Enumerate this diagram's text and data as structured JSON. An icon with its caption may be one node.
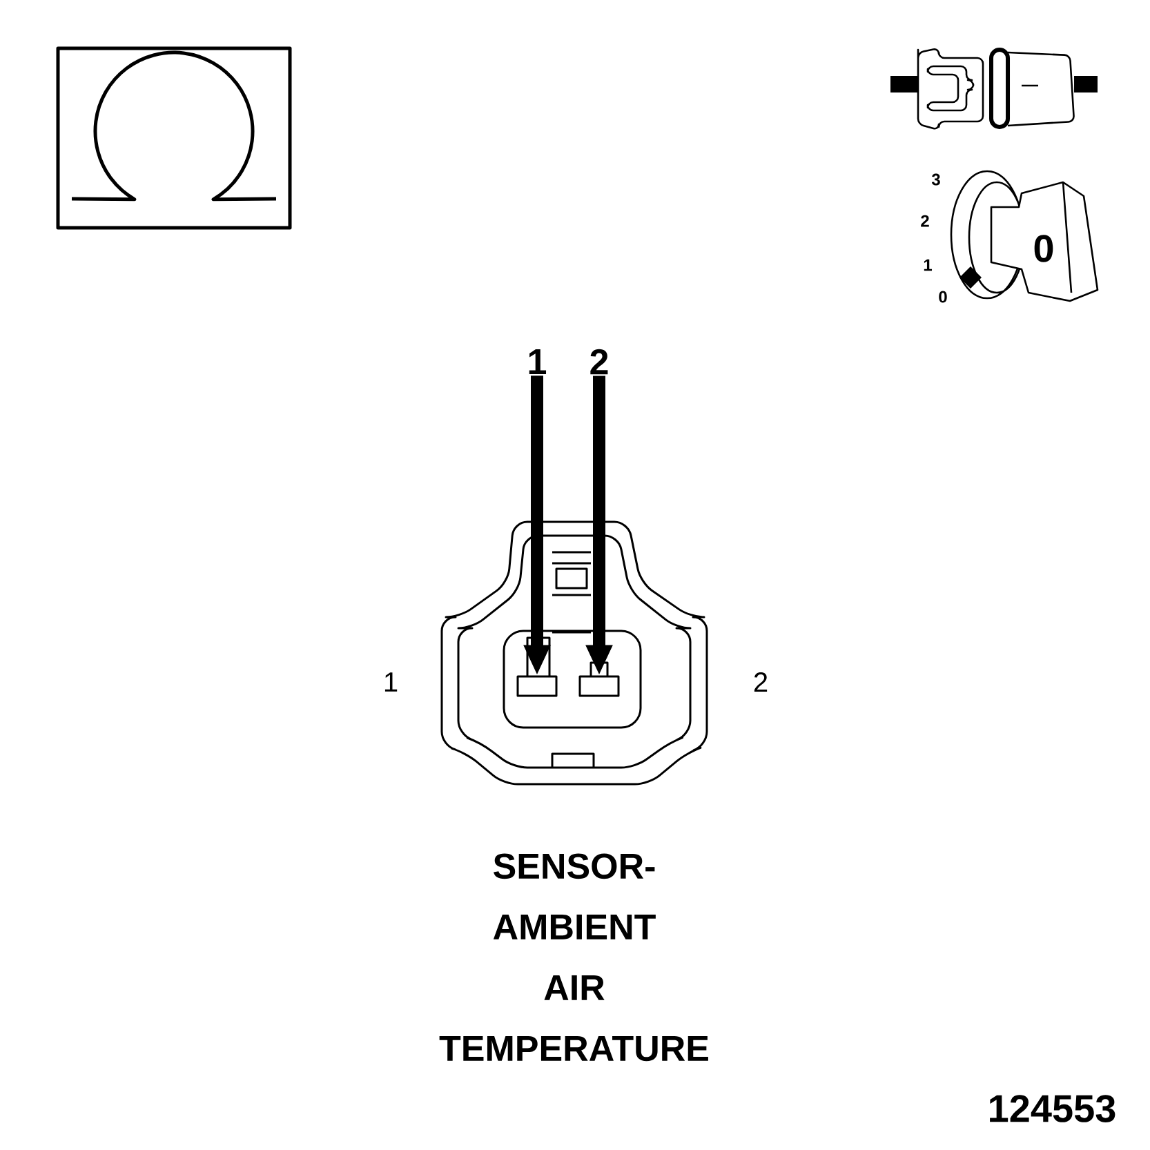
{
  "diagram": {
    "caption": "SENSOR- AMBIENT AIR TEMPERATURE",
    "nodes": [
      {
        "text": [
          "1"
        ]
      },
      {
        "text": [
          "2"
        ]
      },
      {
        "text": [],
        "shape": "box"
      },
      {
        "text": [],
        "shape": "box"
      }
    ],
    "edges": [
      {
        "from": 0,
        "to": 2,
        "arrow": "to"
      },
      {
        "from": 1,
        "to": 3,
        "arrow": "to"
      }
    ],
    "labels": [
      "3",
      "2",
      "0",
      "1",
      "0",
      "1",
      "2",
      "124553"
    ]
  }
}
